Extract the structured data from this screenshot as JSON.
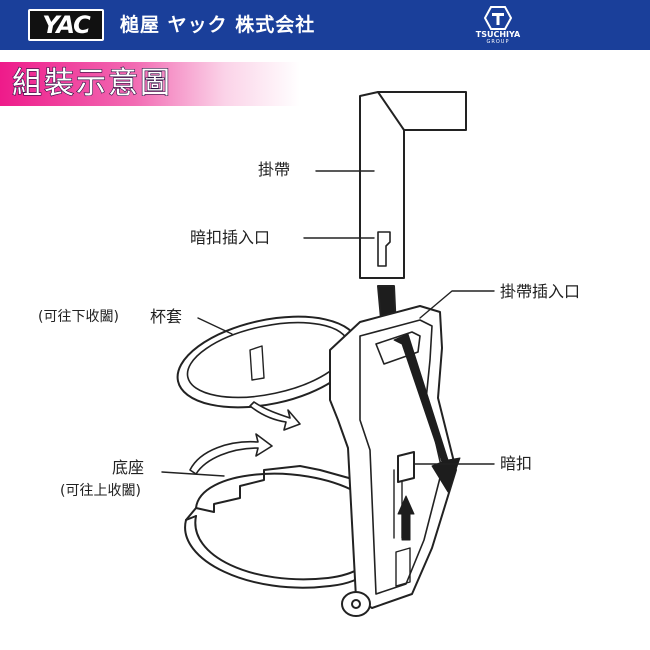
{
  "header": {
    "logo_text": "YAC",
    "company": "槌屋 ヤック 株式会社",
    "group_logo_name": "TSUCHIYA",
    "group_logo_sub": "GROUP"
  },
  "title": "組裝示意圖",
  "labels": {
    "strap": "掛帶",
    "clip_slot": "暗扣插入口",
    "strap_slot": "掛帶插入口",
    "cup_ring_note": "(可往下收闔)",
    "cup_ring": "杯套",
    "base": "底座",
    "base_note": "(可往上收闔)",
    "hidden_clip": "暗扣"
  },
  "colors": {
    "header_bg": "#1a3f9a",
    "title_pink": "#ee1b8a",
    "line": "#222222"
  }
}
